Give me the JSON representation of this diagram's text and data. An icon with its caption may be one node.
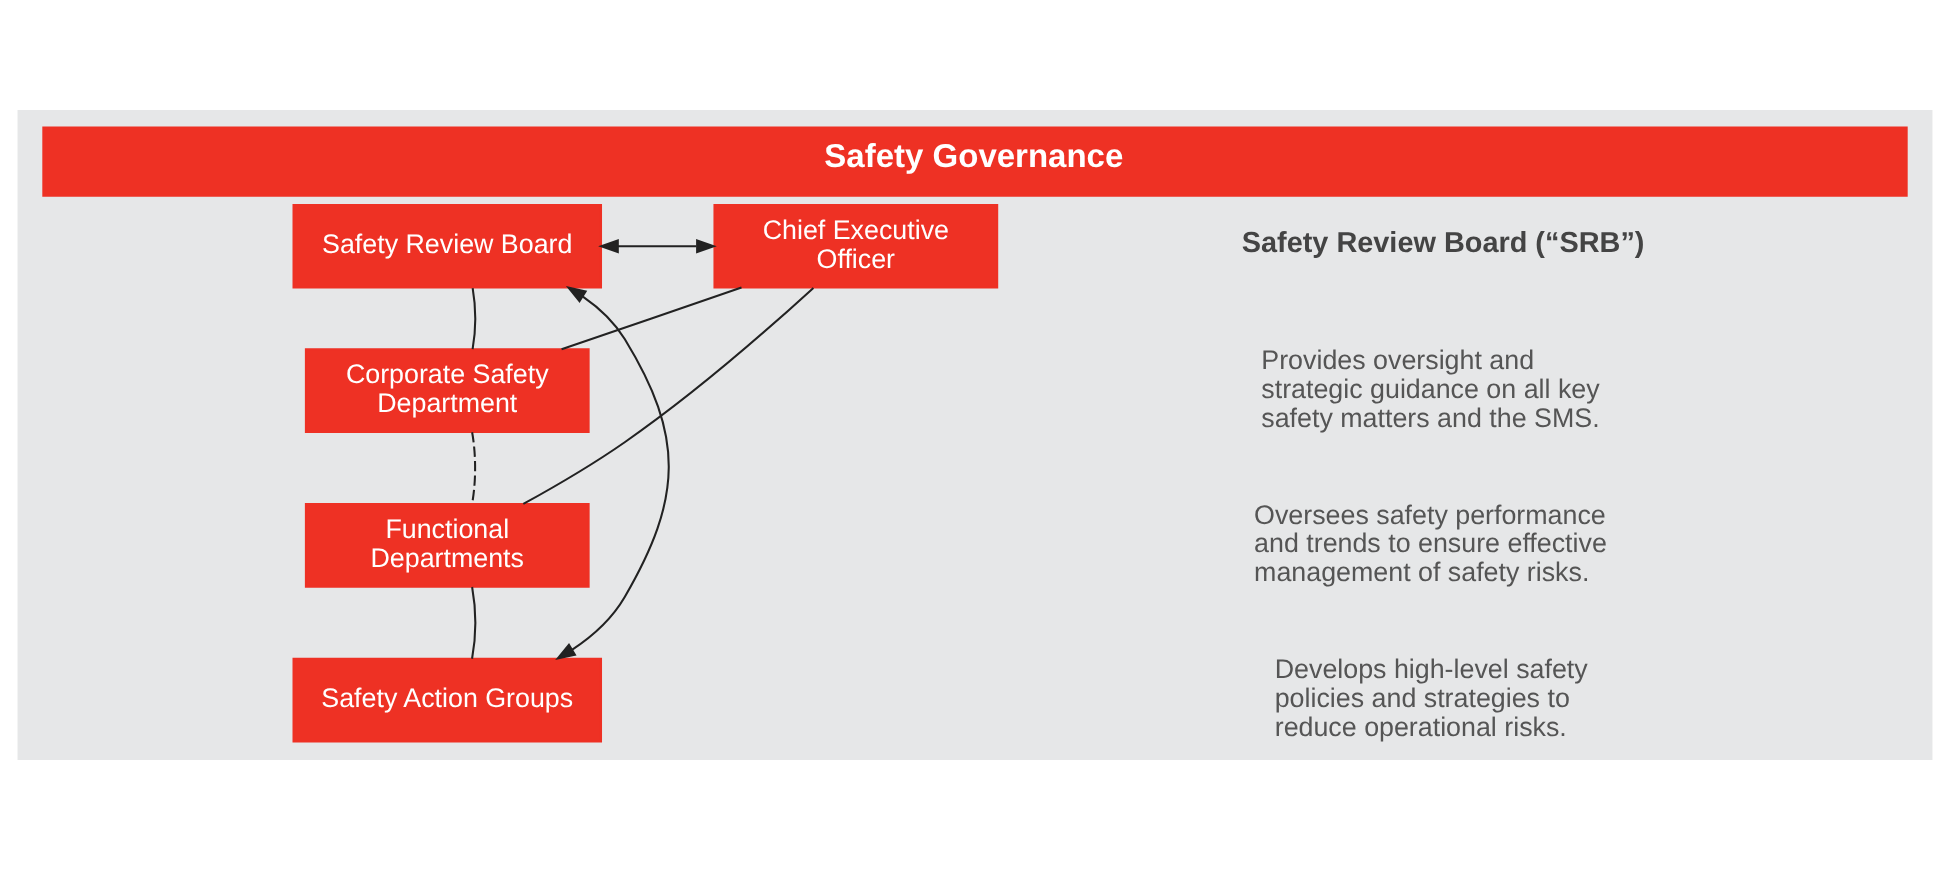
{
  "diagram": {
    "title": "Safety Governance",
    "nodes": [
      {
        "text": [
          "Safety Review Board"
        ]
      },
      {
        "text": [
          "Chief Executive Officer"
        ]
      },
      {
        "text": [
          "Corporate Safety Department"
        ]
      },
      {
        "text": [
          "Functional Departments"
        ]
      },
      {
        "text": [
          "Safety Action Groups"
        ]
      }
    ],
    "edges": [
      {
        "from": 0,
        "to": 1,
        "arrow": "both"
      },
      {
        "from": 2,
        "to": 0,
        "arrow": "none"
      },
      {
        "from": 2,
        "to": 1,
        "arrow": "none"
      },
      {
        "from": 2,
        "to": 3,
        "arrow": "none",
        "style": "dashed"
      },
      {
        "from": 1,
        "to": 3,
        "arrow": "none"
      },
      {
        "from": 3,
        "to": 4,
        "arrow": "none"
      },
      {
        "from": 4,
        "to": 0,
        "arrow": "both"
      }
    ],
    "labels": [
      "Safety Review Board (“SRB”)",
      "Provides oversight and strategic guidance on all key safety matters and the SMS.",
      "Oversees safety performance and trends to ensure effective management of safety risks.",
      "Develops high-level safety policies and strategies to reduce operational risks."
    ]
  }
}
